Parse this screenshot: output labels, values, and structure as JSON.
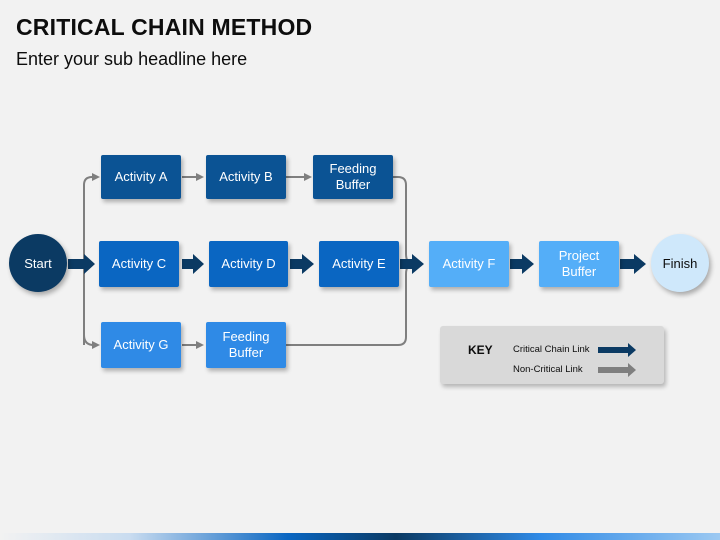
{
  "title": "CRITICAL CHAIN METHOD",
  "subtitle": "Enter your sub headline here",
  "nodes": {
    "start": "Start",
    "finish": "Finish",
    "activity_a": "Activity A",
    "activity_b": "Activity B",
    "feeding_buffer_top": "Feeding Buffer",
    "activity_c": "Activity C",
    "activity_d": "Activity D",
    "activity_e": "Activity E",
    "activity_f": "Activity F",
    "project_buffer": "Project Buffer",
    "activity_g": "Activity G",
    "feeding_buffer_bottom": "Feeding Buffer"
  },
  "key": {
    "title": "KEY",
    "critical_label": "Critical Chain Link",
    "noncritical_label": "Non-Critical Link"
  },
  "colors": {
    "critical_link": "#0b3a63",
    "noncritical_link": "#7f7f7f",
    "dark_box": "#0b5394",
    "mid_box": "#0a66c2",
    "light_box": "#2f8ae6",
    "pale_box": "#54aef8",
    "start_circle": "#0b3a63",
    "finish_circle": "#cfe8fb"
  }
}
